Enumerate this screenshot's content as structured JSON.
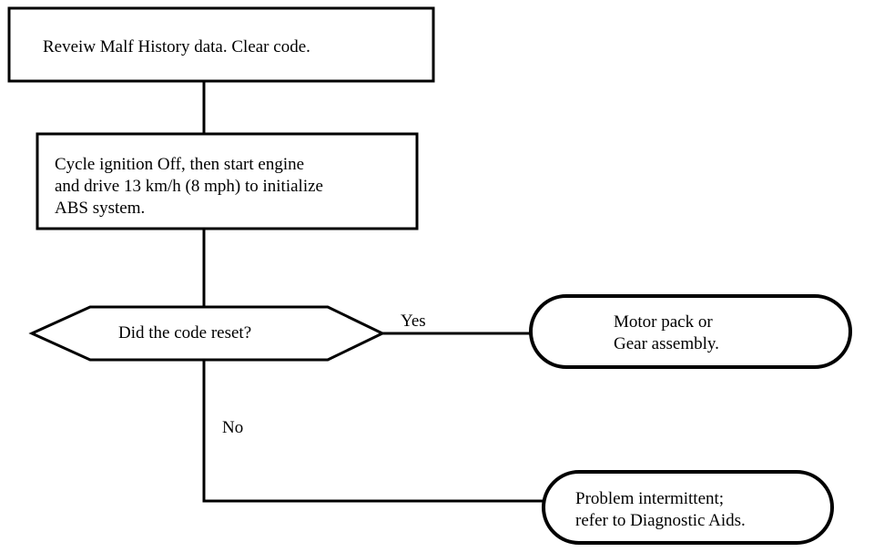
{
  "diagram": {
    "box1": {
      "text": "Reveiw Malf History data.  Clear code."
    },
    "box2": {
      "text": "Cycle ignition Off, then start engine\nand drive 13 km/h (8 mph) to initialize\nABS system."
    },
    "decision": {
      "text": "Did the code reset?"
    },
    "yes_label": "Yes",
    "no_label": "No",
    "terminal_yes": {
      "text": "Motor pack or\nGear assembly."
    },
    "terminal_no": {
      "text": "Problem intermittent;\nrefer to Diagnostic Aids."
    }
  }
}
